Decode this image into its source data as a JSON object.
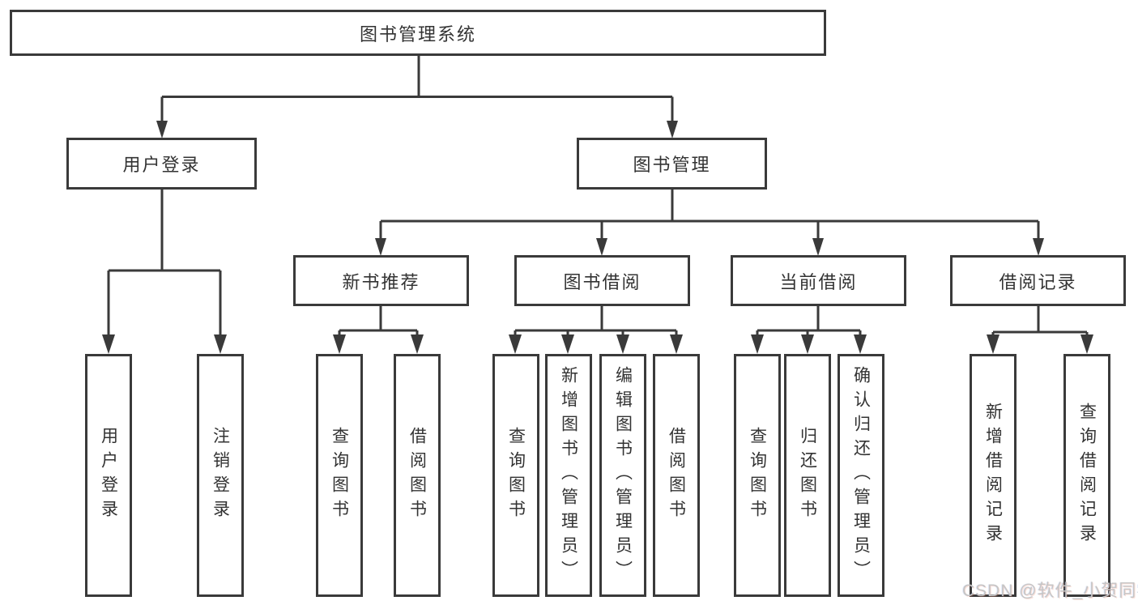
{
  "tree": {
    "root": {
      "label": "图书管理系统",
      "children": [
        {
          "label": "用户登录",
          "children": [
            {
              "label": "用户登录"
            },
            {
              "label": "注销登录"
            }
          ]
        },
        {
          "label": "图书管理",
          "children": [
            {
              "label": "新书推荐",
              "children": [
                {
                  "label": "查询图书"
                },
                {
                  "label": "借阅图书"
                }
              ]
            },
            {
              "label": "图书借阅",
              "children": [
                {
                  "label": "查询图书"
                },
                {
                  "label": "新增图书（管理员）"
                },
                {
                  "label": "编辑图书（管理员）"
                },
                {
                  "label": "借阅图书"
                }
              ]
            },
            {
              "label": "当前借阅",
              "children": [
                {
                  "label": "查询图书"
                },
                {
                  "label": "归还图书"
                },
                {
                  "label": "确认归还（管理员）"
                }
              ]
            },
            {
              "label": "借阅记录",
              "children": [
                {
                  "label": "新增借阅记录"
                },
                {
                  "label": "查询借阅记录"
                }
              ]
            }
          ]
        }
      ]
    }
  },
  "watermark": {
    "text": "CSDN @软件_小贺同学"
  },
  "colors": {
    "line": "#3a3a3a",
    "text": "#333333",
    "watermark": "#c6c6c6",
    "background": "#ffffff"
  }
}
